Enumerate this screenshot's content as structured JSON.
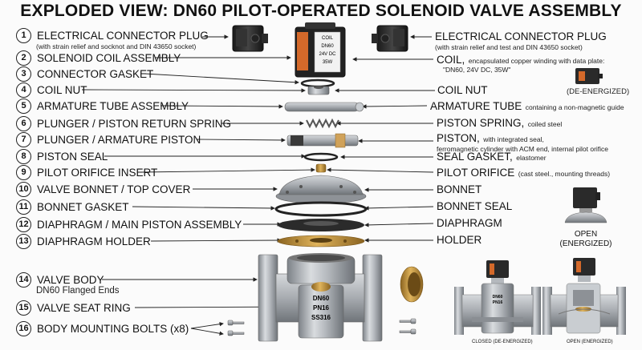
{
  "title": "EXPLODED VIEW: DN60 PILOT-OPERATED SOLENOID VALVE ASSEMBLY",
  "left_items": [
    {
      "num": "1",
      "label": "ELECTRICAL CONNECTOR PLUG",
      "sub": "(with strain relief and socknot and DIN 43650 socket)"
    },
    {
      "num": "2",
      "label": "SOLENOID COIL ASSEMBLY"
    },
    {
      "num": "3",
      "label": "CONNECTOR GASKET"
    },
    {
      "num": "4",
      "label": "COIL NUT"
    },
    {
      "num": "5",
      "label": "ARMATURE TUBE ASSEMBLY"
    },
    {
      "num": "6",
      "label": "PLUNGER / PISTON RETURN SPRING"
    },
    {
      "num": "7",
      "label": "PLUNGER / ARMATURE PISTON"
    },
    {
      "num": "8",
      "label": "PISTON SEAL"
    },
    {
      "num": "9",
      "label": "PILOT ORIFICE INSERT"
    },
    {
      "num": "10",
      "label": "VALVE BONNET / TOP COVER"
    },
    {
      "num": "11",
      "label": "BONNET GASKET"
    },
    {
      "num": "12",
      "label": "DIAPHRAGM / MAIN PISTON ASSEMBLY"
    },
    {
      "num": "13",
      "label": "DIAPHRAGM HOLDER"
    },
    {
      "num": "14",
      "label": "VALVE BODY",
      "sub": "DN60 Flanged Ends"
    },
    {
      "num": "15",
      "label": "VALVE SEAT RING"
    },
    {
      "num": "16",
      "label": "BODY MOUNTING BOLTS (x8)"
    }
  ],
  "right_items": {
    "connector": {
      "label": "ELECTRICAL CONNECTOR PLUG",
      "sub": "(with strain relief and test and DIN 43650 socket)"
    },
    "coil": {
      "label": "COIL,",
      "small": "encapsulated copper winding with data plate:",
      "sub": "\"DN60, 24V DC, 35W\""
    },
    "coil_nut": {
      "label": "COIL NUT"
    },
    "armature": {
      "label": "ARMATURE TUBE",
      "small": "containing a non-magnetic guide"
    },
    "spring": {
      "label": "PISTON SPRING,",
      "small": "coiled steel"
    },
    "piston": {
      "label": "PISTON,",
      "small": "with integrated seal,",
      "sub": "ferromagnetic cylinder with ACM end, internal pilot orifice"
    },
    "seal": {
      "label": "SEAL GASKET,",
      "small": "elastomer"
    },
    "orifice": {
      "label": "PILOT ORIFICE",
      "small": "(cast steel., mounting threads)"
    },
    "bonnet": {
      "label": "BONNET"
    },
    "bonnet_seal": {
      "label": "BONNET SEAL"
    },
    "diaphragm": {
      "label": "DIAPHRAGM"
    },
    "holder": {
      "label": "HOLDER"
    }
  },
  "states": {
    "deenergized": "(DE-ENERGIZED)",
    "open": "OPEN",
    "energized": "(ENERGIZED)",
    "closed_caption": "CLOSED (DE-ENERGIZED)",
    "open_caption": "OPEN (ENERGIZED)"
  },
  "coil_plate": [
    "COIL",
    "DN60",
    "24V DC",
    "35W"
  ],
  "body_plate": [
    "DN60",
    "PN16",
    "SS316"
  ],
  "mini_plate": [
    "DN60",
    "PN16"
  ],
  "colors": {
    "coil_body": "#2a2a2a",
    "coil_accent": "#d4692a",
    "brass": "#b8893a",
    "steel": "#a9adb2"
  }
}
